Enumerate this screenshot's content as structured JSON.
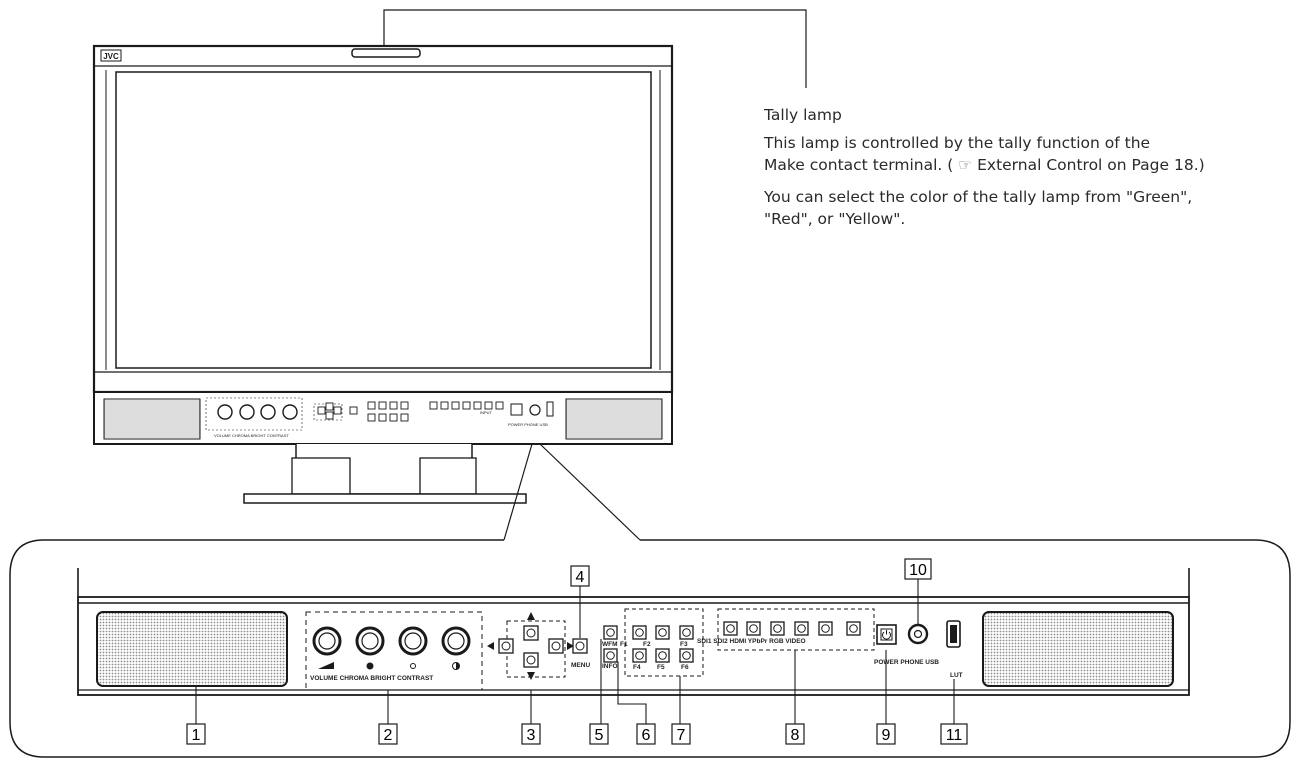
{
  "brand_logo": "JVC",
  "description": {
    "title": "Tally lamp",
    "line1": "This lamp is controlled by the tally function of the",
    "line2_a": "Make contact terminal. ( ",
    "line2_icon": "☞",
    "line2_b": " External Control on Page 18.)",
    "para2_line1": "You can select the color of the tally lamp from \"Green\",",
    "para2_line2": "\"Red\", or \"Yellow\"."
  },
  "callouts": [
    "1",
    "2",
    "3",
    "4",
    "5",
    "6",
    "7",
    "8",
    "9",
    "10",
    "11"
  ],
  "panel_labels": {
    "knobs": "VOLUME CHROMA BRIGHT CONTRAST",
    "menu": "MENU",
    "wfm": "WFM",
    "f1": "F1",
    "f2": "F2",
    "f3": "F3",
    "info": "INFO",
    "f4": "F4",
    "f5": "F5",
    "f6": "F6",
    "inputs": "SDI1 SDI2 HDMI YPbPr RGB VIDEO",
    "power_phone_usb": "POWER PHONE USB",
    "lut": "LUT"
  },
  "colors": {
    "line": "#1a1a1a",
    "grille": "#9a9a9a",
    "background": "#ffffff"
  }
}
